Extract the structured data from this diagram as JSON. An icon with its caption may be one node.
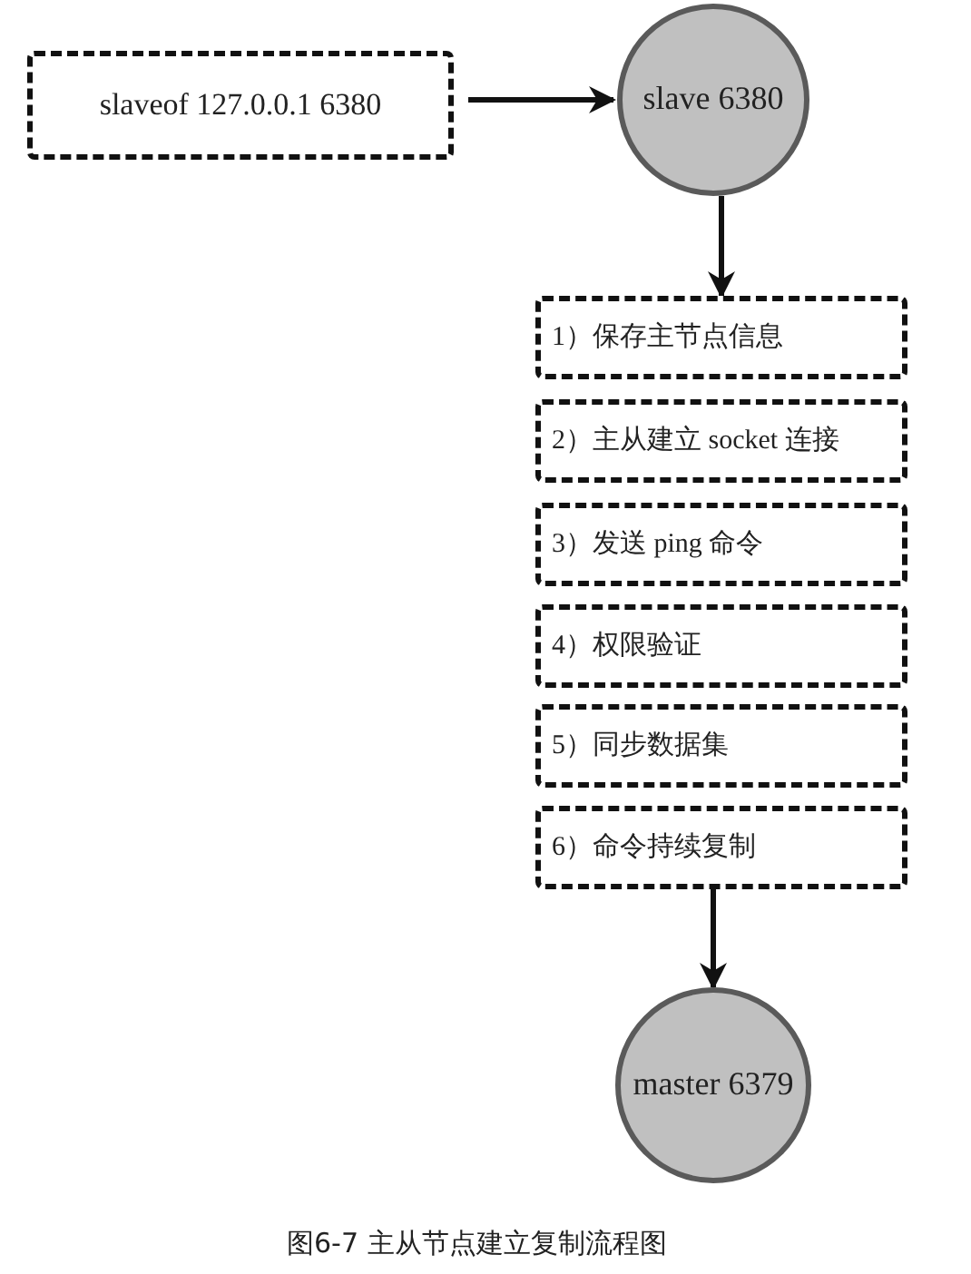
{
  "diagram": {
    "caption": "图6-7 主从节点建立复制流程图",
    "nodes": [
      {
        "text": [
          "slaveof 127.0.0.1 6380"
        ]
      },
      {
        "text": [
          "slave 6380"
        ]
      },
      {
        "text": [
          "1）保存主节点信息"
        ]
      },
      {
        "text": [
          "2）主从建立 socket 连接"
        ]
      },
      {
        "text": [
          "3）发送 ping 命令"
        ]
      },
      {
        "text": [
          "4）权限验证"
        ]
      },
      {
        "text": [
          "5）同步数据集"
        ]
      },
      {
        "text": [
          "6）命令持续复制"
        ]
      },
      {
        "text": [
          "master 6379"
        ]
      }
    ],
    "edges": [
      {
        "from": 0,
        "to": 1,
        "arrow": "to"
      },
      {
        "from": 1,
        "to": 2,
        "arrow": "to"
      },
      {
        "from": 7,
        "to": 8,
        "arrow": "to"
      }
    ]
  }
}
